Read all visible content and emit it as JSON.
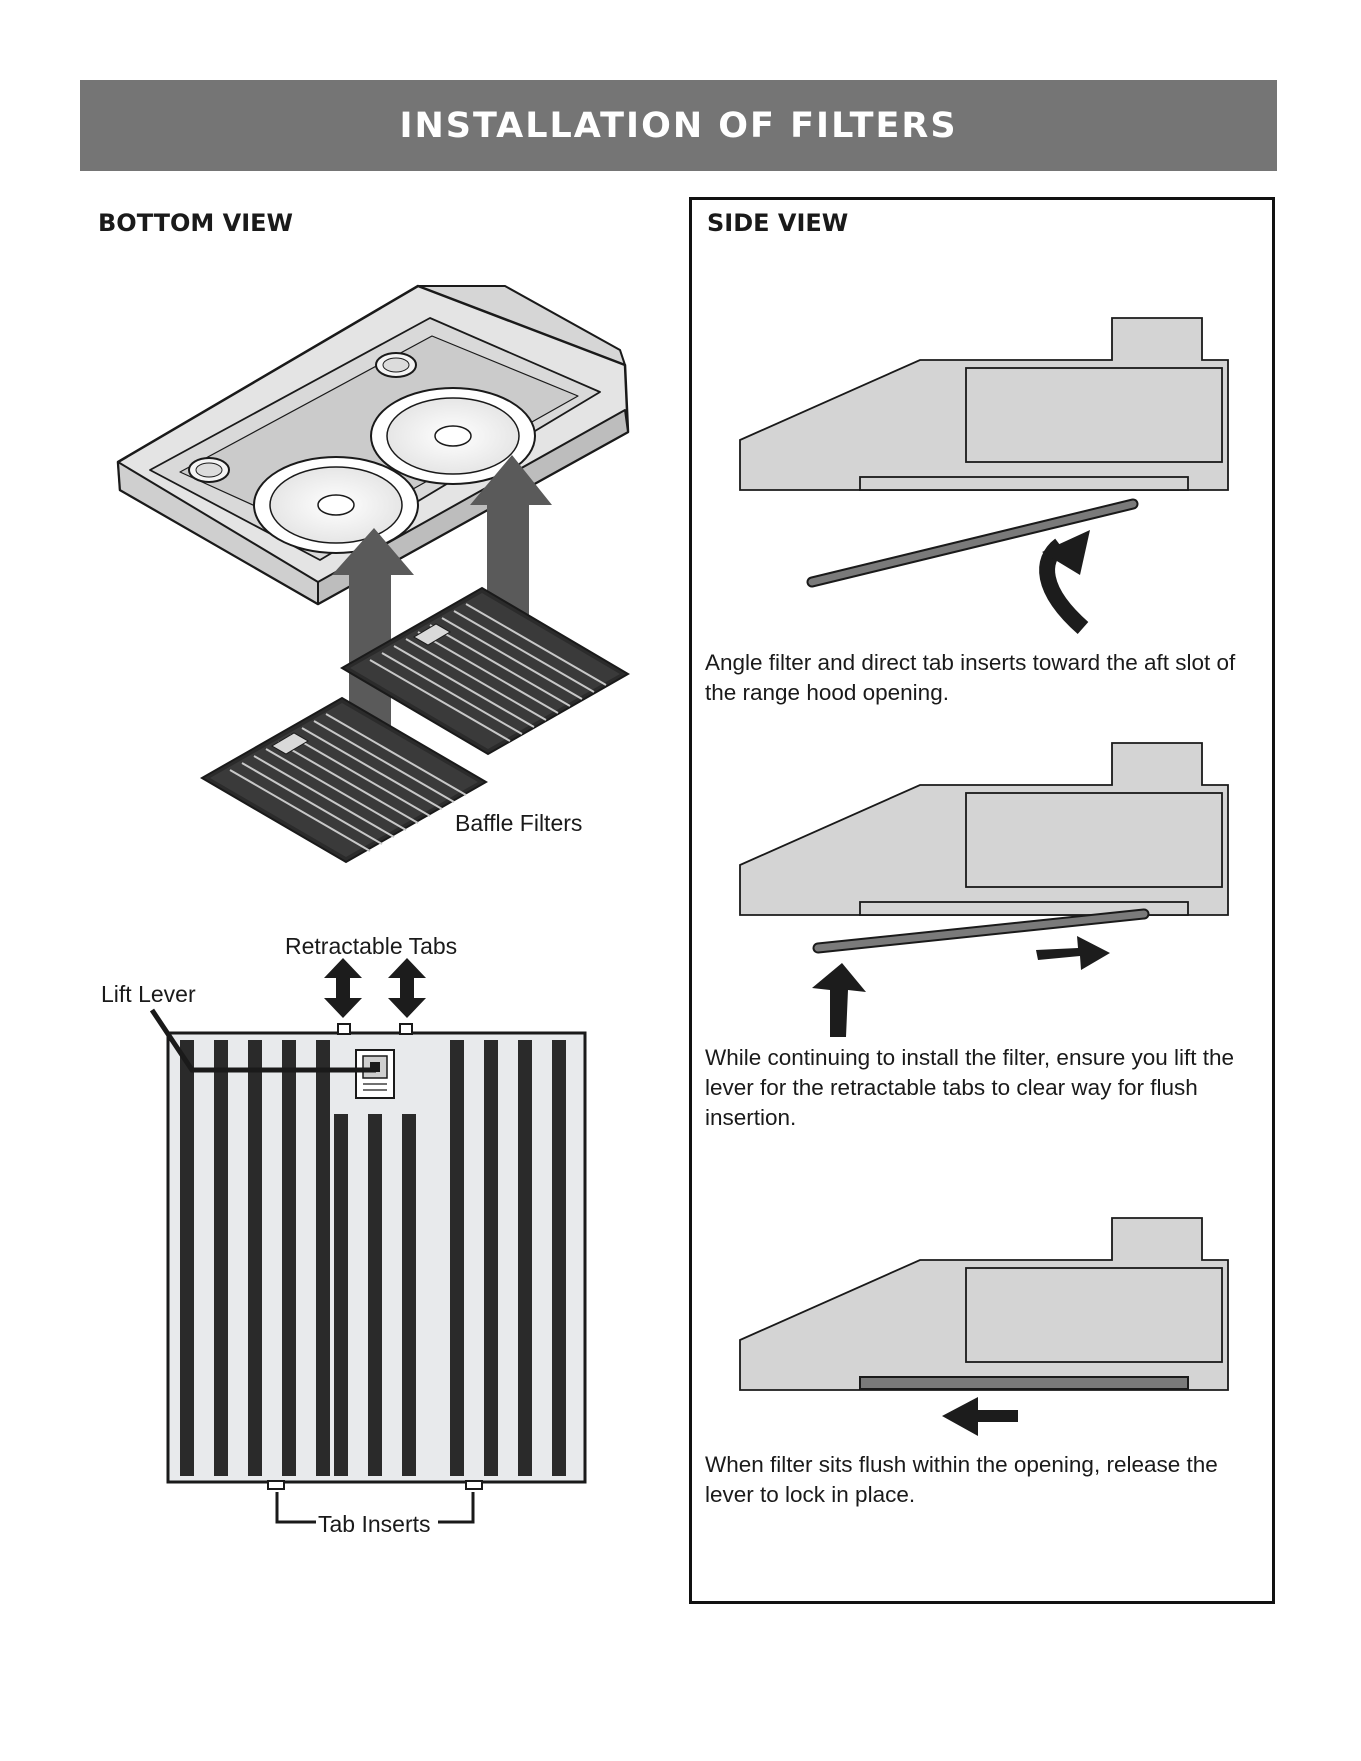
{
  "page": {
    "title": "INSTALLATION OF FILTERS"
  },
  "bottom_view": {
    "title": "BOTTOM VIEW",
    "labels": {
      "baffle_filters": "Baffle Filters",
      "retractable_tabs": "Retractable Tabs",
      "lift_lever": "Lift Lever",
      "tab_inserts": "Tab Inserts"
    }
  },
  "side_view": {
    "title": "SIDE VIEW",
    "steps": [
      {
        "text": "Angle filter and direct tab inserts toward the aft slot of the range hood opening."
      },
      {
        "text": "While continuing to install the filter, ensure you lift the lever for the retractable tabs to clear way for flush insertion."
      },
      {
        "text": "When filter sits flush within the opening, release the lever to lock in place."
      }
    ]
  },
  "colors": {
    "banner": "#757575",
    "hood_fill": "#d4d4d4",
    "filter_bar": "#7a7a7a",
    "arrow": "#1c1c1c",
    "big_arrow": "#5a5a5a"
  }
}
